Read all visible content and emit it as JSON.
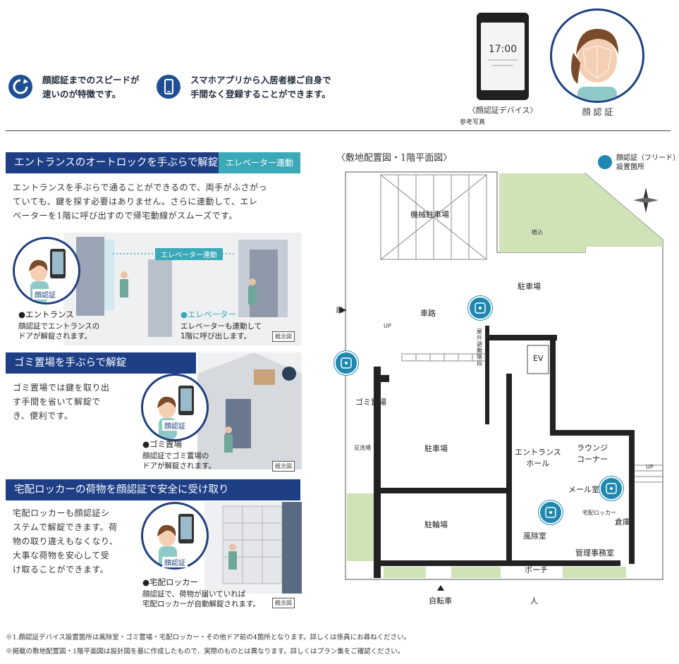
{
  "features": [
    {
      "icon": "speed-icon",
      "text1": "顔認証までのスピードが",
      "text2": "速いのが特徴です。"
    },
    {
      "icon": "smartphone-icon",
      "text1": "スマホアプリから入居者様ご自身で",
      "text2": "手間なく登録することができます。"
    }
  ],
  "device": {
    "time": "17:00",
    "caption": "〈顔認証デバイス〉",
    "ref": "参考写真"
  },
  "face_caption": "顔 認 証",
  "sections": [
    {
      "title": "エントランスのオートロックを手ぶらで解錠",
      "tag": "エレベーター連動",
      "body": [
        "エントランスを手ぶらで通ることができるので、両手がふさがっ",
        "ていても、鍵を探す必要はありません。さらに連動して、エレ",
        "ベーターを1階に呼び出すので帰宅動線がスムーズです。"
      ],
      "link_label": "エレベーター連動",
      "badge": "顔認証",
      "point1_title": "●エントランス",
      "point1_body": [
        "顔認証でエントランスの",
        "ドアが解錠されます。"
      ],
      "point2_title": "●エレベーター",
      "point2_body": [
        "エレベーターも連動して",
        "1階に呼び出します。"
      ],
      "concept": "概念図"
    },
    {
      "title": "ゴミ置場を手ぶらで解錠",
      "body": [
        "ゴミ置場では鍵を取り出",
        "す手間を省いて解錠で",
        "き、便利です。"
      ],
      "badge": "顔認証",
      "point_title": "●ゴミ置場",
      "point_body": [
        "顔認証でゴミ置場の",
        "ドアが解錠されます。"
      ],
      "concept": "概念図"
    },
    {
      "title": "宅配ロッカーの荷物を顔認証で安全に受け取り",
      "body": [
        "宅配ロッカーも顔認証シ",
        "ステムで解錠できます。荷",
        "物の取り違えもなくなり、",
        "大事な荷物を安心して受",
        "け取ることができます。"
      ],
      "badge": "顔認証",
      "point_title": "●宅配ロッカー",
      "point_body": [
        "顔認証で、荷物が届いていれば",
        "宅配ロッカーが自動解錠されます。"
      ],
      "concept": "概念図"
    }
  ],
  "plan": {
    "title": "〈敷地配置図・1階平面図〉",
    "legend1": "顔認証（フリード）",
    "legend2": "設置箇所",
    "rooms": {
      "mech_parking": "機械駐車場",
      "planting": "植込",
      "parking_right": "駐車場",
      "road": "車路",
      "car_in": "車",
      "outdoor_stair": "屋外避難階段",
      "ev": "EV",
      "garbage": "ゴミ置場",
      "footwash": "足洗場",
      "parking_center": "駐車場",
      "entrance_hall1": "エントランス",
      "entrance_hall2": "ホール",
      "lounge1": "ラウンジ",
      "lounge2": "コーナー",
      "mail": "メール室",
      "locker": "宅配ロッカー",
      "storage": "倉庫",
      "bicycle_parking": "駐輪場",
      "windbreak": "風除室",
      "office": "管理事務室",
      "porch": "ポーチ",
      "bicycle": "自転車",
      "person": "人",
      "up": "UP"
    }
  },
  "notes": [
    "※1.顔認証デバイス設置箇所は風除室・ゴミ置場・宅配ロッカー・その他ドア前の4箇所となります。詳しくは係員にお尋ねください。",
    "※掲載の敷地配置図・1階平面図は設計図を基に作成したもので、実際のものとは異なります。詳しくはプラン集をご確認ください。"
  ]
}
